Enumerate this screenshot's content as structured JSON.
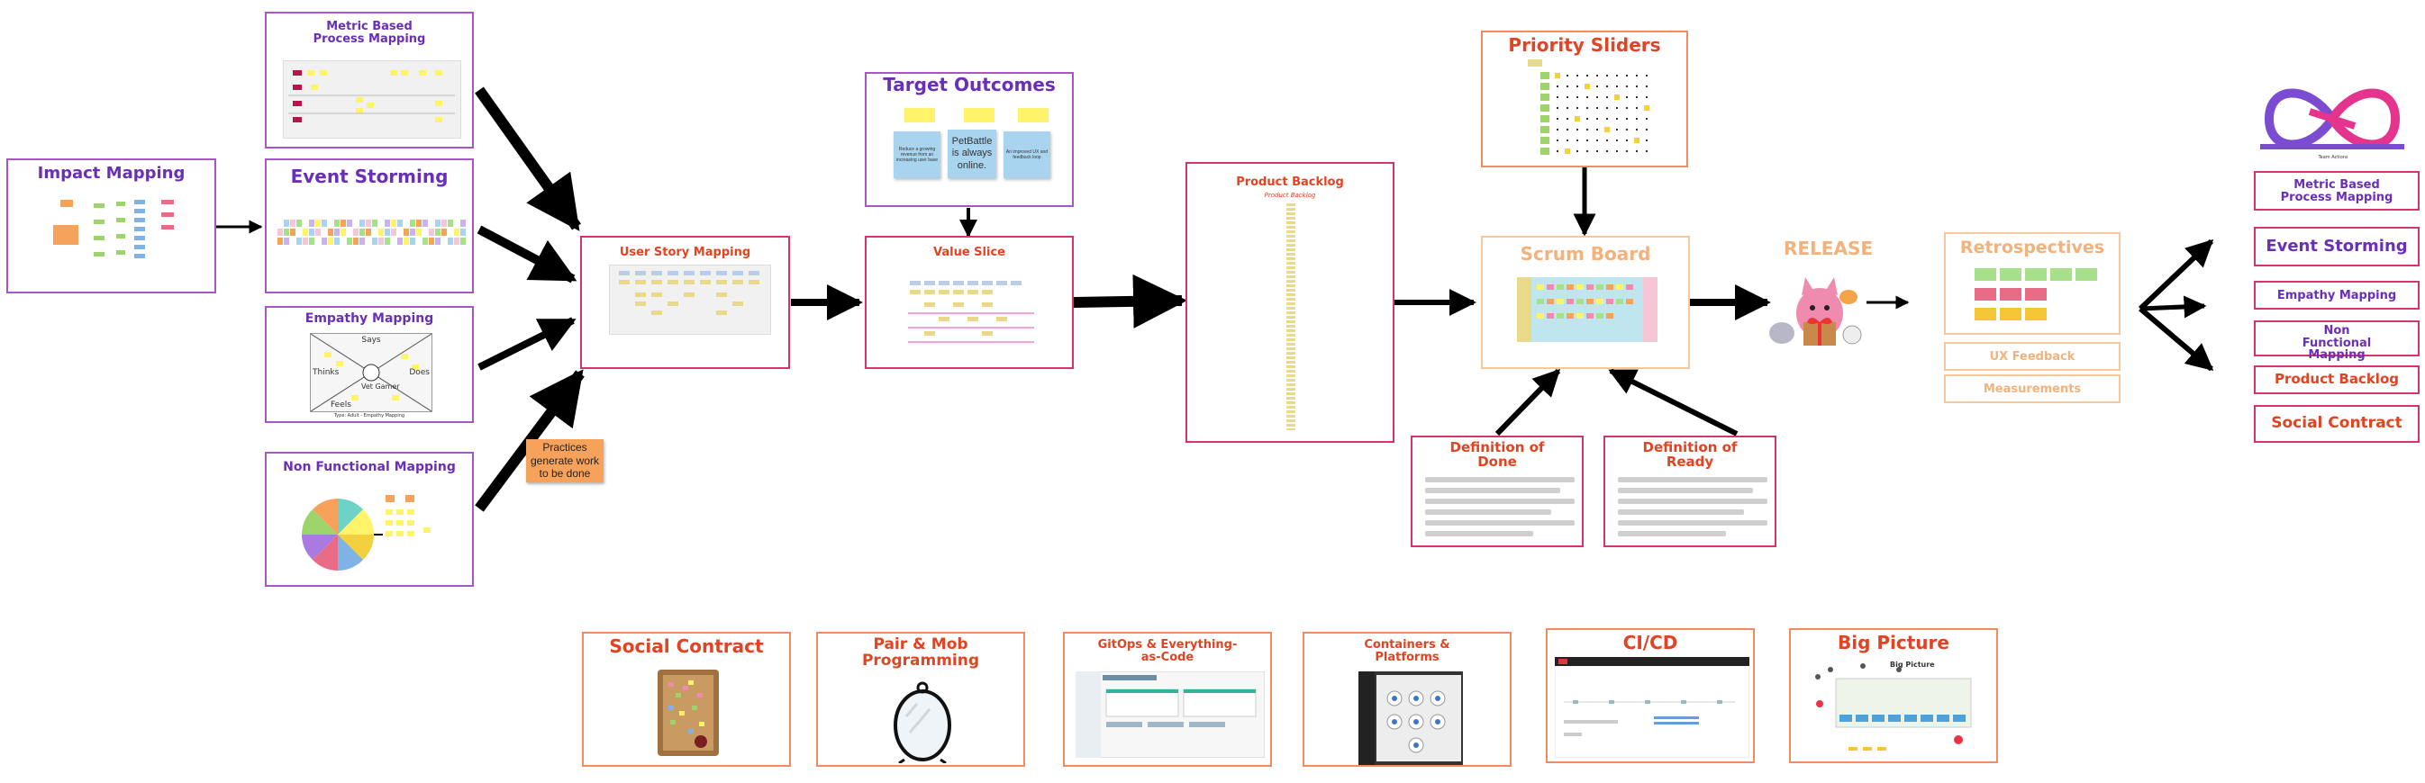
{
  "boxes": {
    "impact_mapping": "Impact Mapping",
    "metric_based": "Metric Based Process Mapping",
    "event_storming": "Event Storming",
    "empathy_mapping": "Empathy Mapping",
    "non_functional": "Non Functional Mapping",
    "user_story_mapping": "User Story Mapping",
    "target_outcomes": "Target Outcomes",
    "value_slice": "Value Slice",
    "product_backlog": "Product Backlog",
    "product_backlog_sub": "Product Backlog",
    "priority_sliders": "Priority Sliders",
    "scrum_board": "Scrum Board",
    "definition_of_done": "Definition of Done",
    "definition_of_ready": "Definition of Ready",
    "release": "RELEASE",
    "retrospectives": "Retrospectives",
    "ux_feedback": "UX Feedback",
    "measurements": "Measurements",
    "social_contract": "Social Contract",
    "pair_mob": "Pair & Mob Programming",
    "gitops": "GitOps & Everything-as-Code",
    "containers": "Containers & Platforms",
    "cicd": "CI/CD",
    "big_picture": "Big Picture"
  },
  "notes": {
    "practices": "Practices generate work to be done",
    "target_left": "Reduce a growing revenue from an increasing user base",
    "target_mid": "PetBattle is always online.",
    "target_right": "An improved UX and feedback loop"
  },
  "empathy": {
    "says": "Says",
    "thinks": "Thinks",
    "does": "Does",
    "feels": "Feels",
    "name": "Vet Gamer",
    "caption": "Type: Adult - Empathy Mapping"
  },
  "right_list": [
    "Metric Based Process Mapping",
    "Event Storming",
    "Empathy Mapping",
    "Non Functional Mapping",
    "Product Backlog",
    "Social Contract"
  ],
  "infinity_caption": "Team Actions",
  "bigpicture_label": "Big Picture",
  "colors": {
    "purple": "#a855c8",
    "pink": "#d6336c",
    "orange": "#f28c60",
    "peach": "#f6c89a",
    "title_purple": "#6a2fb8",
    "title_red": "#e04422"
  }
}
